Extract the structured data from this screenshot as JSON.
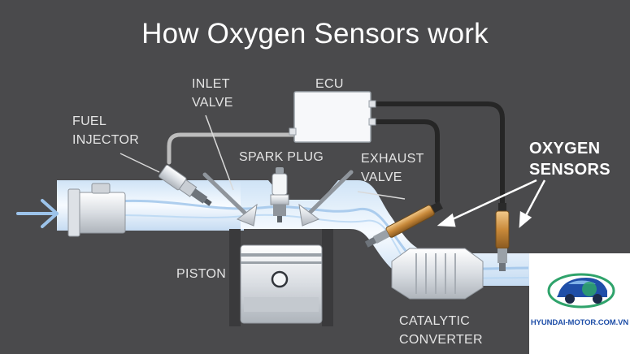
{
  "title": "How Oxygen Sensors work",
  "labels": {
    "inlet_valve": "INLET\nVALVE",
    "ecu": "ECU",
    "fuel_injector": "FUEL\nINJECTOR",
    "spark_plug": "SPARK PLUG",
    "exhaust_valve": "EXHAUST\nVALVE",
    "oxygen_sensors": "OXYGEN\nSENSORS",
    "piston": "PISTON",
    "catalytic_converter": "CATALYTIC\nCONVERTER"
  },
  "watermark": "HYUNDAI-MOTOR.COM.VN",
  "colors": {
    "background": "#4a4a4c",
    "pipe": "#eaf3fb",
    "flow": "#9cc3ea",
    "wire": "#2a2a2a",
    "sensor": "#c8893a",
    "logo_blue": "#1f4fa8",
    "logo_green": "#2fa36b"
  }
}
